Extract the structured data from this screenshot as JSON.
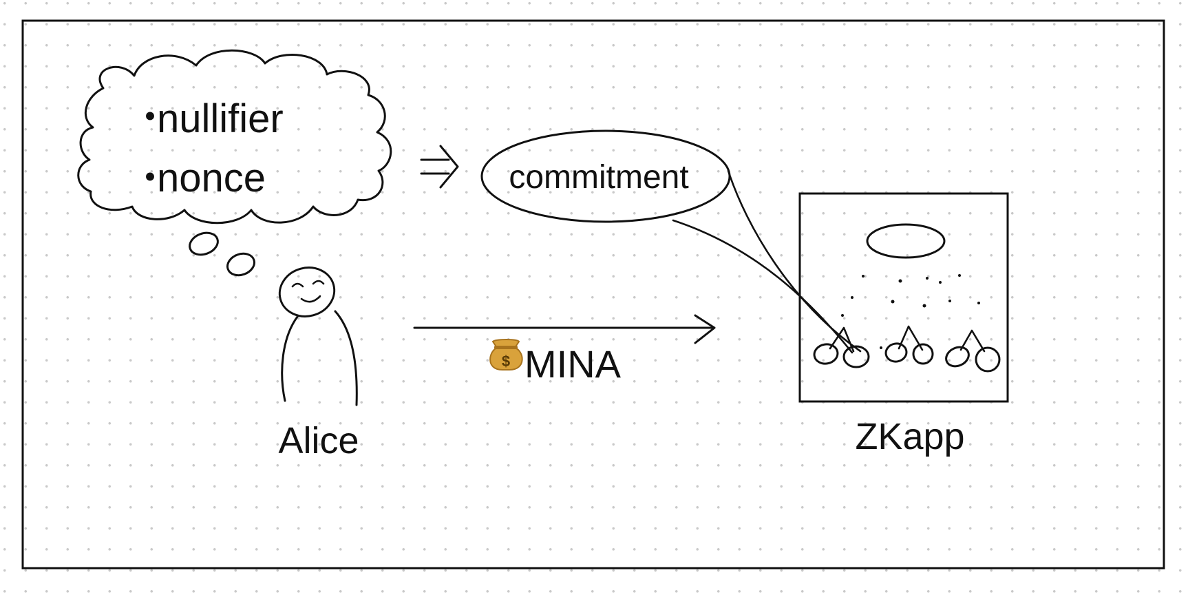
{
  "thought": {
    "bullet": "・",
    "items": [
      "nullifier",
      "nonce"
    ]
  },
  "implies_symbol": "⇒",
  "commitment_label": "commitment",
  "transfer": {
    "icon": "money-bag-icon",
    "icon_glyph": "$",
    "label": "MINA"
  },
  "actor_name": "Alice",
  "contract_name": "ZKapp",
  "colors": {
    "ink": "#111111",
    "dot_grid": "#c9c9c9",
    "bag": "#d9a23b",
    "bag_dark": "#a8731d"
  }
}
